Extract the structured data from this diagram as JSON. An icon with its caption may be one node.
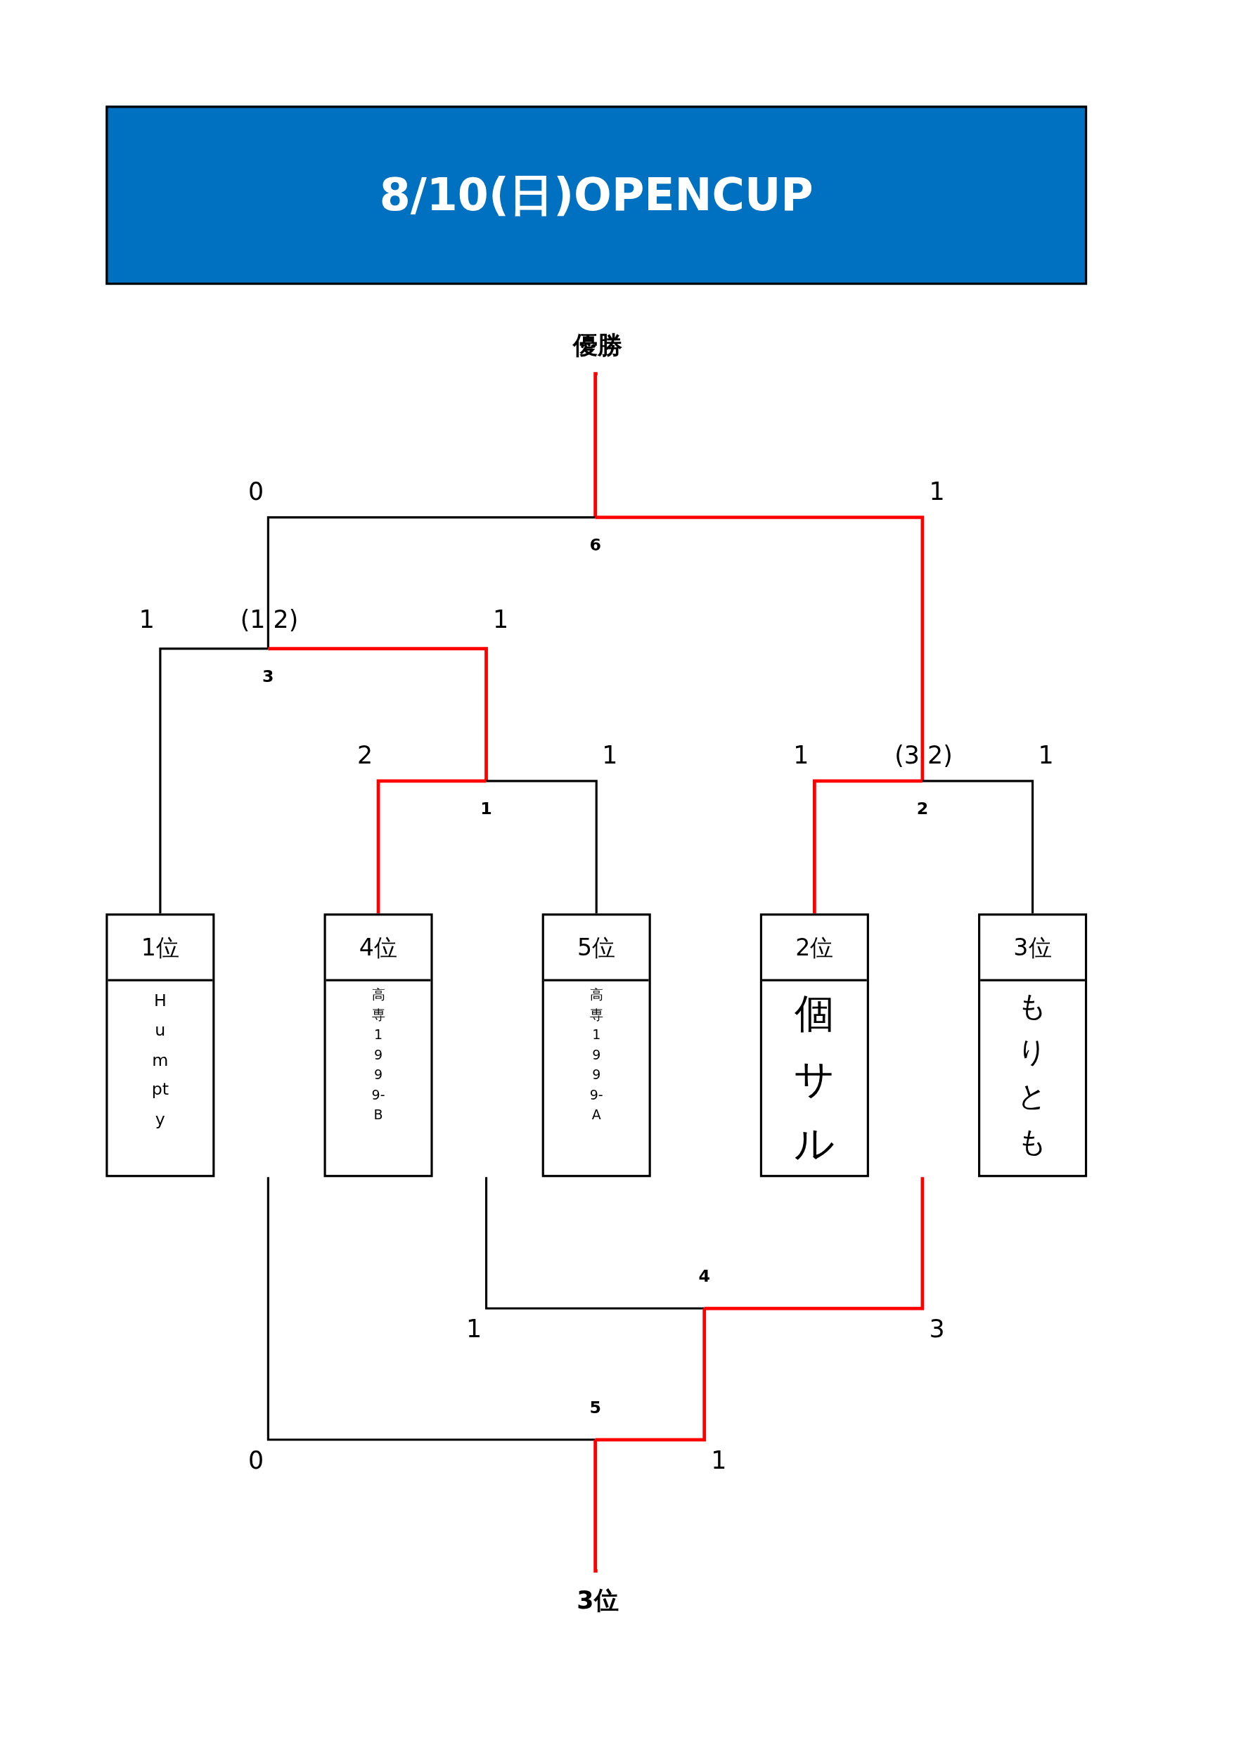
{
  "diagram": {
    "title": "8/10(日)OPENCUP",
    "nodes": [
      {
        "text": [
          "優勝"
        ]
      },
      {
        "text": [
          "6"
        ]
      },
      {
        "text": [
          "3"
        ],
        "beside": [
          "(1 2)"
        ]
      },
      {
        "text": [
          "1"
        ]
      },
      {
        "text": [
          "2"
        ],
        "beside": [
          "(3 2)"
        ]
      },
      {
        "text": [
          "1位",
          "Humpty"
        ]
      },
      {
        "text": [
          "4位",
          "高専1999-B"
        ]
      },
      {
        "text": [
          "5位",
          "高専1999-A"
        ]
      },
      {
        "text": [
          "2位",
          "個サル"
        ]
      },
      {
        "text": [
          "3位",
          "もりとも"
        ]
      },
      {
        "text": [
          "4"
        ]
      },
      {
        "text": [
          "5"
        ]
      },
      {
        "text": [
          "3位"
        ]
      }
    ],
    "edges": [
      {
        "from": 1,
        "to": 0,
        "arrow": "none",
        "color": "#ff0000"
      },
      {
        "from": 2,
        "to": 1,
        "arrow": "none",
        "label": "0",
        "color": "#000000"
      },
      {
        "from": 4,
        "to": 1,
        "arrow": "none",
        "label": "1",
        "color": "#ff0000"
      },
      {
        "from": 5,
        "to": 2,
        "arrow": "none",
        "label": "1",
        "color": "#000000"
      },
      {
        "from": 3,
        "to": 2,
        "arrow": "none",
        "label": "1",
        "color": "#ff0000"
      },
      {
        "from": 6,
        "to": 3,
        "arrow": "none",
        "label": "2",
        "color": "#ff0000"
      },
      {
        "from": 7,
        "to": 3,
        "arrow": "none",
        "label": "1",
        "color": "#000000"
      },
      {
        "from": 8,
        "to": 4,
        "arrow": "none",
        "label": "1",
        "color": "#ff0000"
      },
      {
        "from": 9,
        "to": 4,
        "arrow": "none",
        "label": "1",
        "color": "#000000"
      },
      {
        "from": null,
        "to": 10,
        "arrow": "none",
        "label": "1",
        "color": "#000000"
      },
      {
        "from": null,
        "to": 10,
        "arrow": "none",
        "label": "3",
        "color": "#ff0000"
      },
      {
        "from": null,
        "to": 11,
        "arrow": "none",
        "label": "0",
        "color": "#000000"
      },
      {
        "from": 10,
        "to": 11,
        "arrow": "none",
        "label": "1",
        "color": "#ff0000"
      },
      {
        "from": 11,
        "to": 12,
        "arrow": "none",
        "color": "#ff0000"
      }
    ]
  }
}
